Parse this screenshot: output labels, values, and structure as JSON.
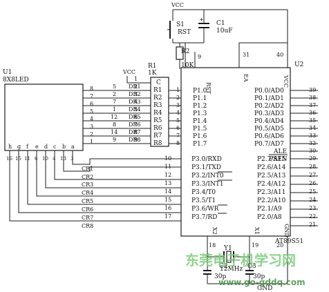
{
  "labels": {
    "vcc_top": "VCC",
    "s1": "S1",
    "rst_switch": "RST",
    "c1": "C1",
    "c1_value": "10uF",
    "r2": "R2",
    "r2_value": "10K",
    "r1": "R1",
    "r1_value": "1K",
    "vcc_r1": "VCC",
    "u1": "U1",
    "u1_part": "8X8LED",
    "u2": "U2",
    "u2_part": "AT89S51",
    "y1": "Y1",
    "y1_value": "12MHz",
    "c2": "C2",
    "c2_value": "30p",
    "c3": "C3",
    "c3_value": "30p",
    "gnd": "GND",
    "pin9": "9",
    "pin31": "31",
    "pin40": "40",
    "pin18": "18",
    "pin19": "19",
    "pin20": "20",
    "chip_rst": "RST",
    "chip_ea": "EA",
    "chip_vcc": "VCC",
    "chip_x2": "X2",
    "chip_x1": "X1",
    "chip_gnd": "GND",
    "c_pin": "C",
    "c_pin_num": "1"
  },
  "u1_rows": [
    "8",
    "7",
    "6",
    "5",
    "4",
    "3",
    "2",
    "1"
  ],
  "u1_cols": [
    "h",
    "g",
    "f",
    "e",
    "d",
    "c",
    "b",
    "a"
  ],
  "u1_col_pins": [
    "16",
    "15",
    "11",
    "6",
    "10",
    "4",
    "13",
    "3"
  ],
  "u1_row_pins": [
    "5",
    "2",
    "7",
    "1",
    "12",
    "8",
    "14",
    "9"
  ],
  "dr_labels": [
    "DR1",
    "DR2",
    "DR3",
    "DR4",
    "DR5",
    "DR6",
    "DR7",
    "DR8"
  ],
  "r1_pins": [
    "2",
    "3",
    "4",
    "5",
    "6",
    "7",
    "8",
    "9"
  ],
  "r_labels": [
    "R1",
    "R2",
    "R3",
    "R4",
    "R5",
    "R6",
    "R7",
    "R8"
  ],
  "p1_pin_nums": [
    "1",
    "2",
    "3",
    "4",
    "5",
    "6",
    "7",
    "8"
  ],
  "p1_labels": [
    "P1.0",
    "P1.1",
    "P1.2",
    "P1.3",
    "P1.4",
    "P1.5",
    "P1.6",
    "P1.7"
  ],
  "p3_pin_nums": [
    "10",
    "11",
    "12",
    "13",
    "14",
    "15",
    "16",
    "17"
  ],
  "p3_labels": [
    "P3.0/RXD",
    "P3.1/TXD",
    "P3.2/INT0",
    "P3.3/INT1",
    "P3.4/T0",
    "P3.5/T1",
    "P3.6/WR",
    "P3.7/RD"
  ],
  "cr_labels": [
    "CR1",
    "CR2",
    "CR3",
    "CR4",
    "CR5",
    "CR6",
    "CR7",
    "CR8"
  ],
  "p0_labels": [
    "P0.0/AD0",
    "P0.1/AD1",
    "P0.2/AD2",
    "P0.3/AD3",
    "P0.4/AD4",
    "P0.5/AD5",
    "P0.6/AD6",
    "P0.7/AD7",
    "ALE",
    "PSEN"
  ],
  "p0_pin_nums": [
    "39",
    "38",
    "37",
    "36",
    "35",
    "34",
    "33",
    "32",
    "30",
    "29"
  ],
  "p2_labels": [
    "P2.7/A15",
    "P2.6/A14",
    "P2.5/A13",
    "P2.4/A12",
    "P2.3/A11",
    "P2.2/A10",
    "P2.1/A9",
    "P2.0/A8"
  ],
  "p2_pin_nums": [
    "28",
    "27",
    "26",
    "25",
    "24",
    "23",
    "22",
    "21"
  ],
  "watermark": {
    "main": "东莞电子机学习网",
    "url": "www.go-gddq.com"
  }
}
